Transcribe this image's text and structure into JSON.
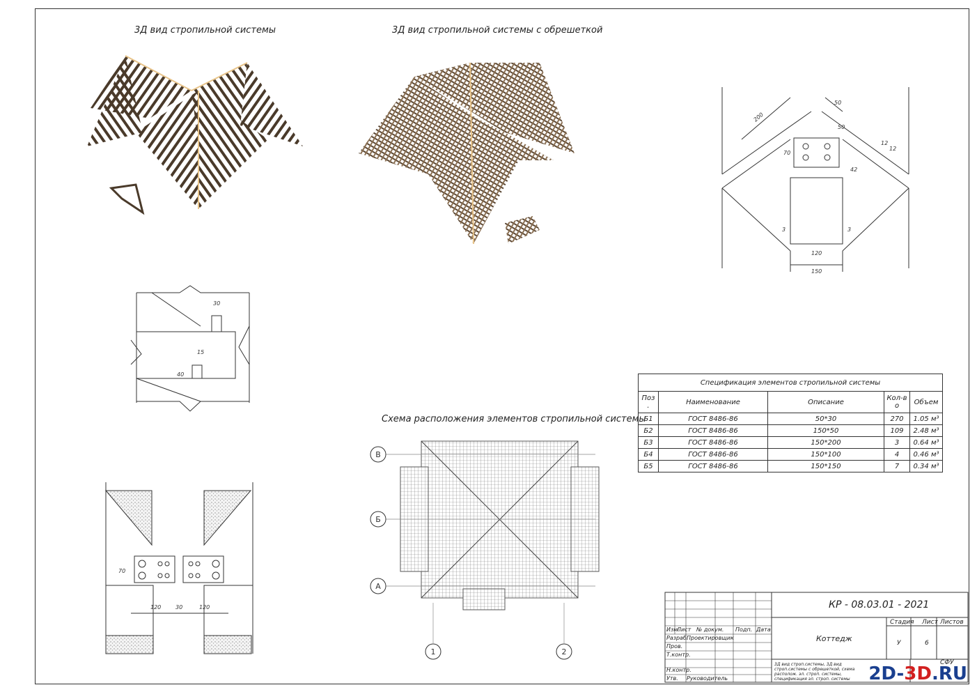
{
  "views": {
    "rafters_3d_title": "3Д вид стропильной системы",
    "rafters_lath_3d_title": "3Д вид стропильной системы с обрешеткой",
    "layout_scheme_title": "Схема расположения элементов стропильной системы"
  },
  "ridge_detail": {
    "dims": [
      "200",
      "50",
      "50",
      "70",
      "42",
      "12",
      "12",
      "3",
      "3",
      "120",
      "150"
    ]
  },
  "node_detail": {
    "dims": [
      "30",
      "15",
      "40"
    ]
  },
  "plate_detail": {
    "dims": [
      "70",
      "120",
      "30",
      "120"
    ]
  },
  "axes": {
    "rows": [
      "В",
      "Б",
      "А"
    ],
    "cols": [
      "1",
      "2"
    ]
  },
  "spec_table": {
    "title": "Спецификация элементов стропильной системы",
    "headers": [
      "Поз .",
      "Наименование",
      "Описание",
      "Кол-в о",
      "Объем"
    ],
    "rows": [
      {
        "pos": "Б1",
        "name": "ГОСТ 8486-86",
        "desc": "50*30",
        "qty": "270",
        "vol": "1.05 м³"
      },
      {
        "pos": "Б2",
        "name": "ГОСТ 8486-86",
        "desc": "150*50",
        "qty": "109",
        "vol": "2.48 м³"
      },
      {
        "pos": "Б3",
        "name": "ГОСТ 8486-86",
        "desc": "150*200",
        "qty": "3",
        "vol": "0.64 м³"
      },
      {
        "pos": "Б4",
        "name": "ГОСТ 8486-86",
        "desc": "150*100",
        "qty": "4",
        "vol": "0.46 м³"
      },
      {
        "pos": "Б5",
        "name": "ГОСТ 8486-86",
        "desc": "150*150",
        "qty": "7",
        "vol": "0.34 м³"
      }
    ]
  },
  "stamp": {
    "code": "КР - 08.03.01 - 2021",
    "object": "Коттедж",
    "stage_label": "Стадия",
    "sheet_label": "Лист",
    "sheets_label": "Листов",
    "stage": "У",
    "sheet": "6",
    "org": "СФУ",
    "col_headers": [
      "Изм.",
      "Лист",
      "№ докум.",
      "Подп.",
      "Дата"
    ],
    "roles": [
      "Разраб.",
      "Пров.",
      "Т.контр.",
      "Н.контр.",
      "Утв."
    ],
    "developer": "Проектировщик",
    "head": "Руководитель",
    "sheet_desc": "3Д вид строп.системы, 3Д вид строп.системы с обрешеткой, схема располож. эл. строп. системы, спецификация эл. строп. системы"
  },
  "watermark": {
    "a": "2D-",
    "b": "3D",
    "c": ".RU"
  }
}
